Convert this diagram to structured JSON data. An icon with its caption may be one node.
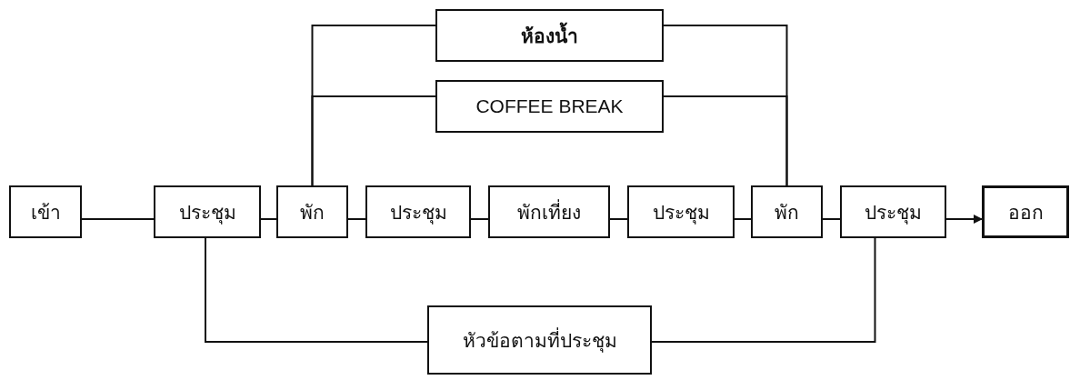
{
  "diagram": {
    "nodes": [
      {
        "text": [
          "ห้องน้ำ"
        ]
      },
      {
        "text": [
          "COFFEE BREAK"
        ]
      },
      {
        "text": [
          "เข้า"
        ]
      },
      {
        "text": [
          "ประชุม"
        ]
      },
      {
        "text": [
          "พัก"
        ]
      },
      {
        "text": [
          "ประชุม"
        ]
      },
      {
        "text": [
          "พักเที่ยง"
        ]
      },
      {
        "text": [
          "ประชุม"
        ]
      },
      {
        "text": [
          "พัก"
        ]
      },
      {
        "text": [
          "ประชุม"
        ]
      },
      {
        "text": [
          "ออก"
        ]
      },
      {
        "text": [
          "หัวข้อตามที่ประชุม"
        ]
      }
    ],
    "edges": [
      {
        "from": 2,
        "to": 3,
        "arrow": "none"
      },
      {
        "from": 3,
        "to": 4,
        "arrow": "none"
      },
      {
        "from": 4,
        "to": 5,
        "arrow": "none"
      },
      {
        "from": 5,
        "to": 6,
        "arrow": "none"
      },
      {
        "from": 6,
        "to": 7,
        "arrow": "none"
      },
      {
        "from": 7,
        "to": 8,
        "arrow": "none"
      },
      {
        "from": 8,
        "to": 9,
        "arrow": "none"
      },
      {
        "from": 9,
        "to": 10,
        "arrow": "to"
      },
      {
        "from": 4,
        "to": 0,
        "arrow": "none"
      },
      {
        "from": 4,
        "to": 1,
        "arrow": "none"
      },
      {
        "from": 8,
        "to": 0,
        "arrow": "none"
      },
      {
        "from": 8,
        "to": 1,
        "arrow": "none"
      },
      {
        "from": 3,
        "to": 11,
        "arrow": "none"
      },
      {
        "from": 11,
        "to": 9,
        "arrow": "none"
      }
    ]
  }
}
